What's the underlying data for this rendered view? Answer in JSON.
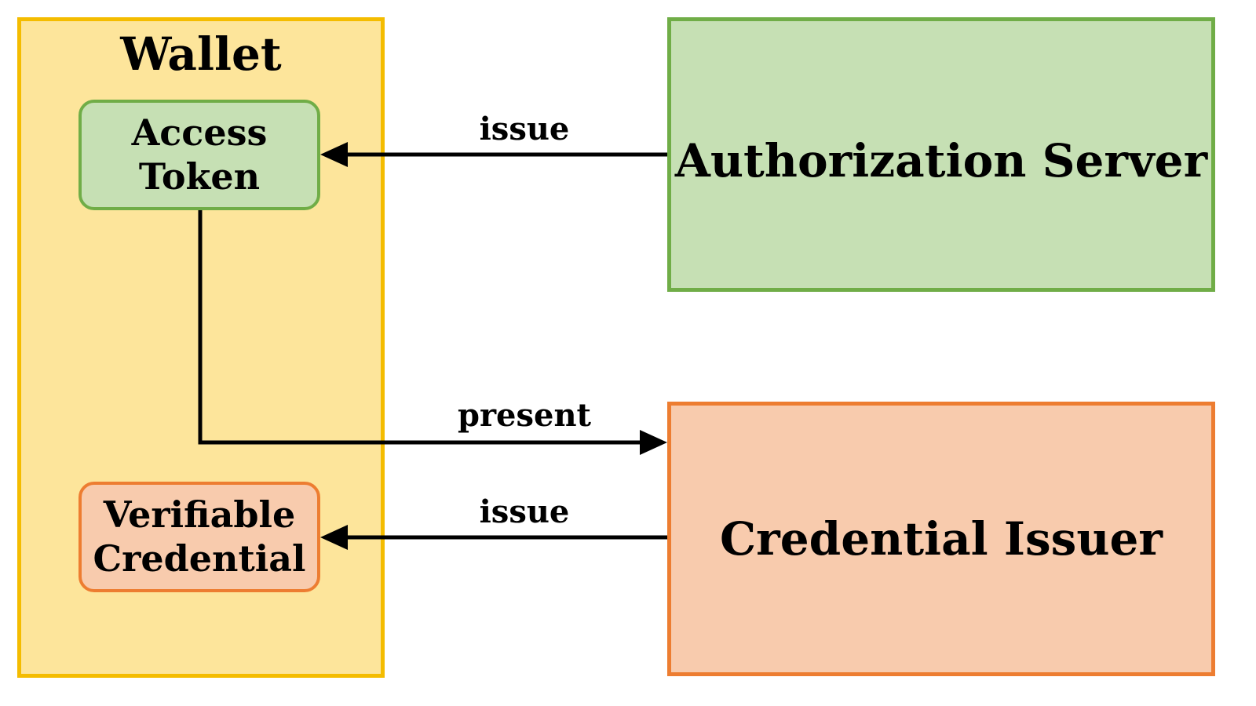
{
  "wallet": {
    "title": "Wallet",
    "access_token": {
      "line1": "Access",
      "line2": "Token"
    },
    "verifiable_credential": {
      "line1": "Verifiable",
      "line2": "Credential"
    }
  },
  "authorization_server": {
    "label": "Authorization Server"
  },
  "credential_issuer": {
    "label": "Credential Issuer"
  },
  "edges": {
    "issue_token": "issue",
    "present": "present",
    "issue_credential": "issue"
  },
  "colors": {
    "wallet_fill": "#fde59b",
    "wallet_border": "#f4bc00",
    "green_fill": "#c6e0b4",
    "green_border": "#70ad47",
    "orange_fill": "#f8cbad",
    "orange_border": "#ed7d31",
    "arrow": "#000000"
  }
}
